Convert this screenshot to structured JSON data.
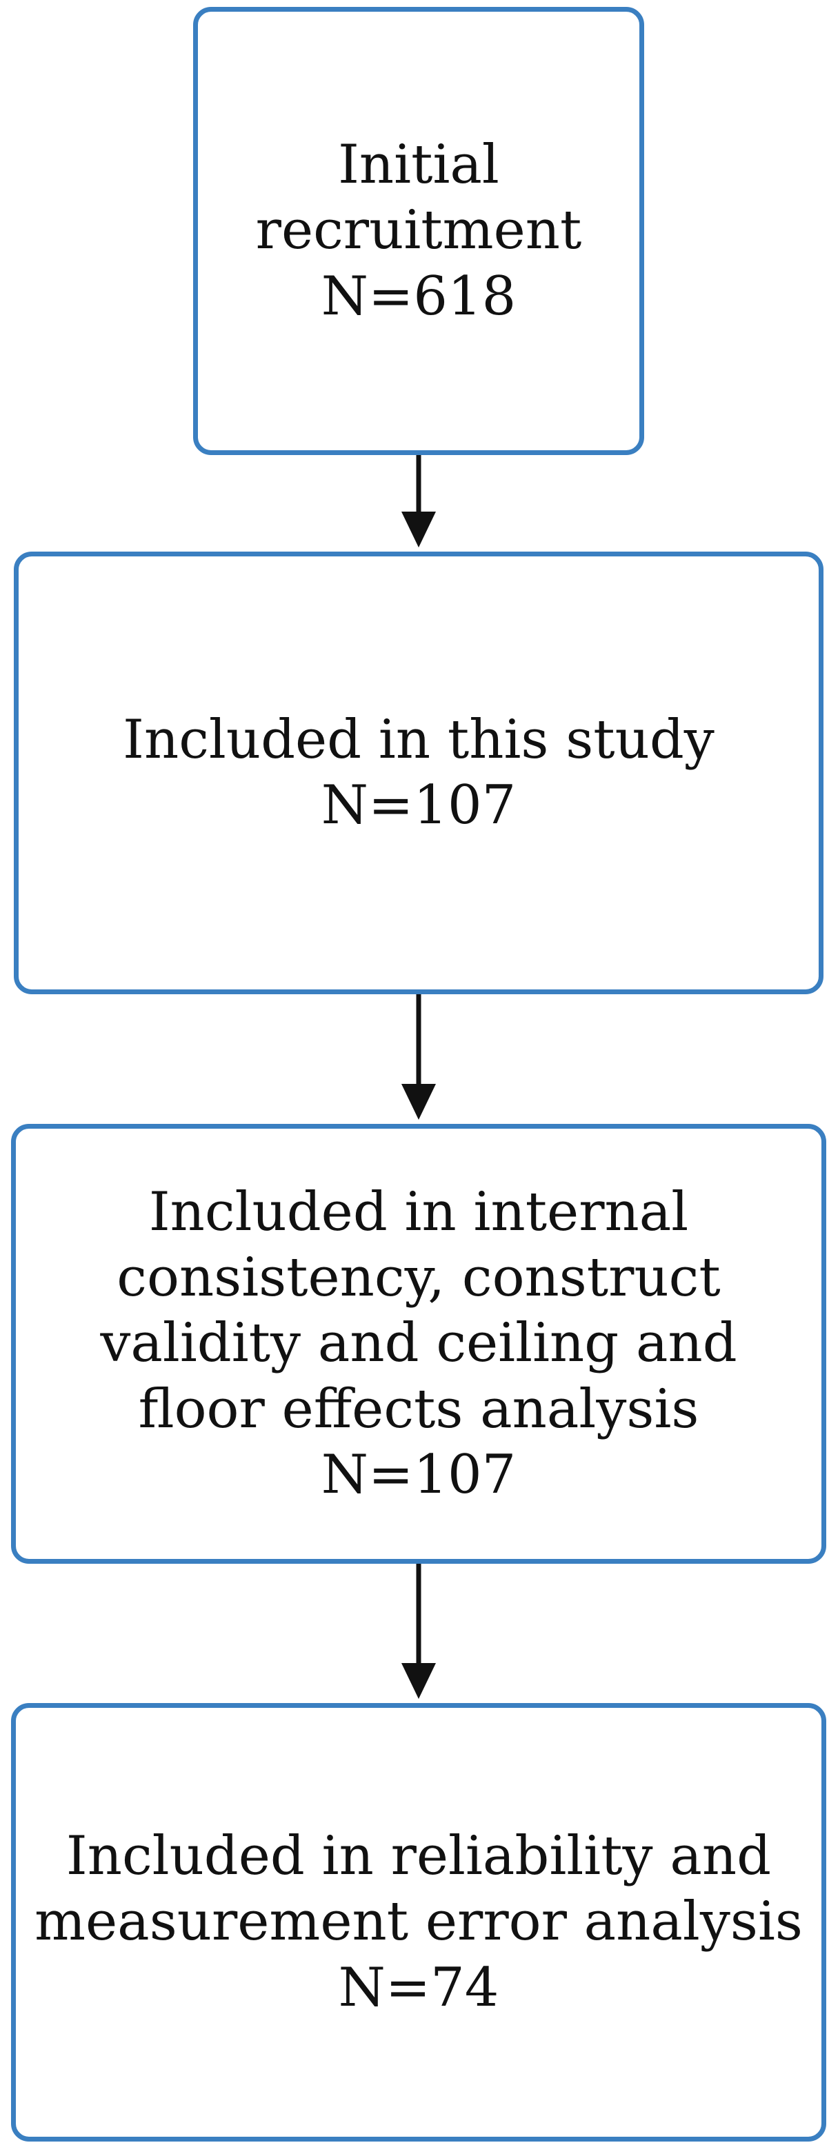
{
  "flowchart": {
    "steps": [
      {
        "lines": [
          "Initial",
          "recruitment"
        ],
        "count": "N=618"
      },
      {
        "lines": [
          "Included in this study"
        ],
        "count": "N=107"
      },
      {
        "lines": [
          "Included in internal",
          "consistency, construct",
          "validity and ceiling and",
          "floor effects analysis"
        ],
        "count": "N=107"
      },
      {
        "lines": [
          "Included in reliability and",
          "measurement error analysis"
        ],
        "count": "N=74"
      }
    ]
  },
  "colors": {
    "box_border": "#3a7fc1",
    "arrow": "#111111",
    "text": "#111111"
  }
}
